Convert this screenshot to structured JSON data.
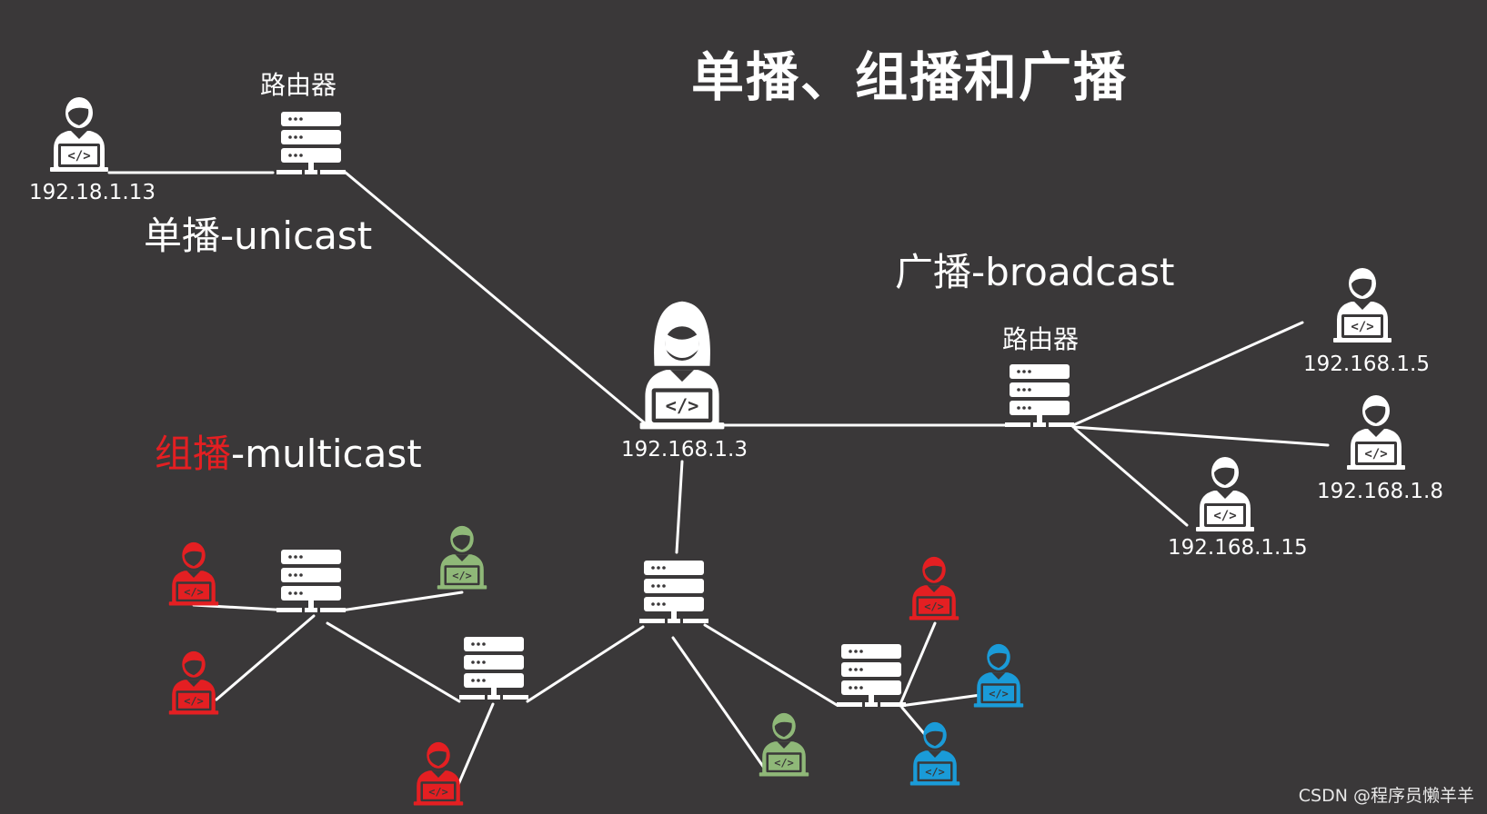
{
  "title": "单播、组播和广播",
  "labels": {
    "unicast": "单播-unicast",
    "broadcast": "广播-broadcast",
    "multicast_cn": "组播",
    "multicast_en": "-multicast",
    "router_1": "路由器",
    "router_2": "路由器"
  },
  "ips": {
    "unicast_host": "192.18.1.13",
    "sender": "192.168.1.3",
    "b1": "192.168.1.5",
    "b2": "192.168.1.8",
    "b3": "192.168.1.15"
  },
  "watermark": "CSDN @程序员懒羊羊",
  "colors": {
    "background": "#3a3839",
    "white": "#ffffff",
    "red": "#e41f22",
    "green": "#8fb878",
    "blue": "#1a9bd8"
  },
  "icons": {
    "user": "user-with-laptop-icon",
    "router": "router-server-icon"
  }
}
